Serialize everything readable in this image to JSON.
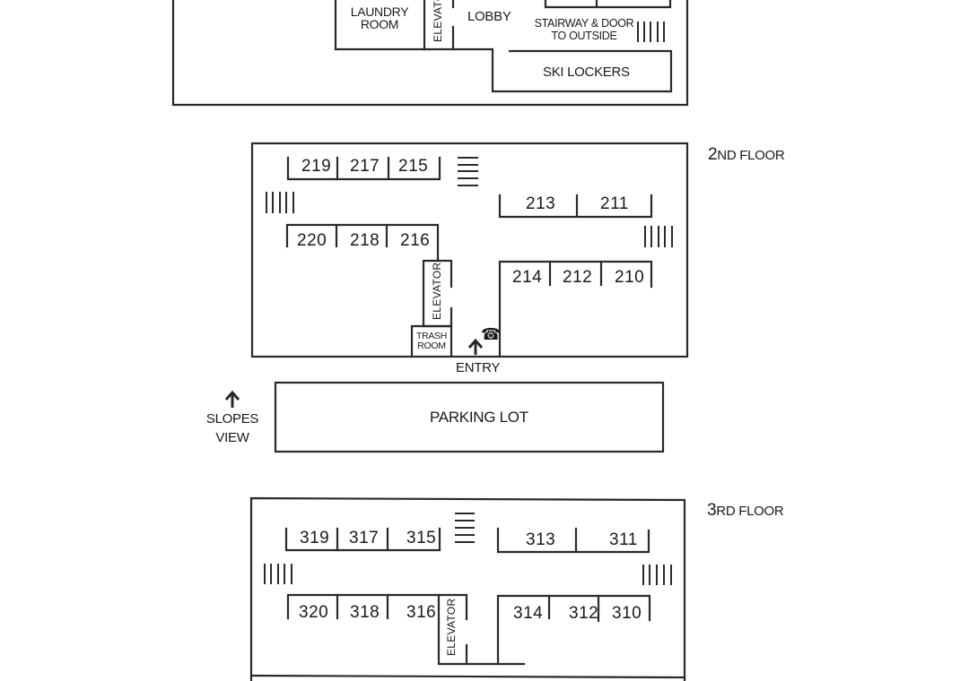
{
  "first_floor": {
    "laundry_room": "LAUNDRY ROOM",
    "laundry_line1": "LAUNDRY",
    "laundry_line2": "ROOM",
    "elevator": "ELEVATOR",
    "lobby": "LOBBY",
    "stairway_line1": "STAIRWAY & DOOR",
    "stairway_line2": "TO OUTSIDE",
    "ski_lockers": "SKI LOCKERS"
  },
  "second_floor": {
    "title_number": "2",
    "title_suffix": "ND FLOOR",
    "rooms_north_west": [
      "219",
      "217",
      "215"
    ],
    "rooms_north_east": [
      "213",
      "211"
    ],
    "rooms_south_west": [
      "220",
      "218",
      "216"
    ],
    "rooms_south_east": [
      "214",
      "212",
      "210"
    ],
    "elevator": "ELEVATOR",
    "trash_line1": "TRASH",
    "trash_line2": "ROOM",
    "entry": "ENTRY",
    "phone_icon": "☎"
  },
  "parking": {
    "label": "PARKING LOT",
    "slopes_line1": "SLOPES",
    "slopes_line2": "VIEW"
  },
  "third_floor": {
    "title_number": "3",
    "title_suffix": "RD FLOOR",
    "rooms_north_west": [
      "319",
      "317",
      "315"
    ],
    "rooms_north_east": [
      "313",
      "311"
    ],
    "rooms_south_west": [
      "320",
      "318",
      "316"
    ],
    "rooms_south_east": [
      "314",
      "312",
      "310"
    ],
    "elevator": "ELEVATOR"
  }
}
